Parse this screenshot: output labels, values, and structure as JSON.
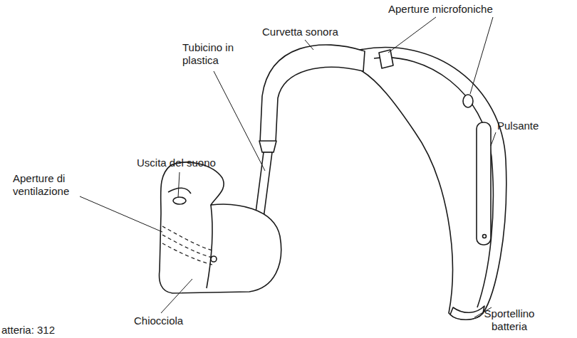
{
  "diagram": {
    "labels": [
      "Aperture microfoniche",
      "Curvetta sonora",
      "Tubicino in plastica",
      "Pulsante",
      "Uscita del suono",
      "Aperture di ventilazione",
      "Chiocciola",
      "Sportellino batteria",
      "atteria: 312"
    ]
  }
}
